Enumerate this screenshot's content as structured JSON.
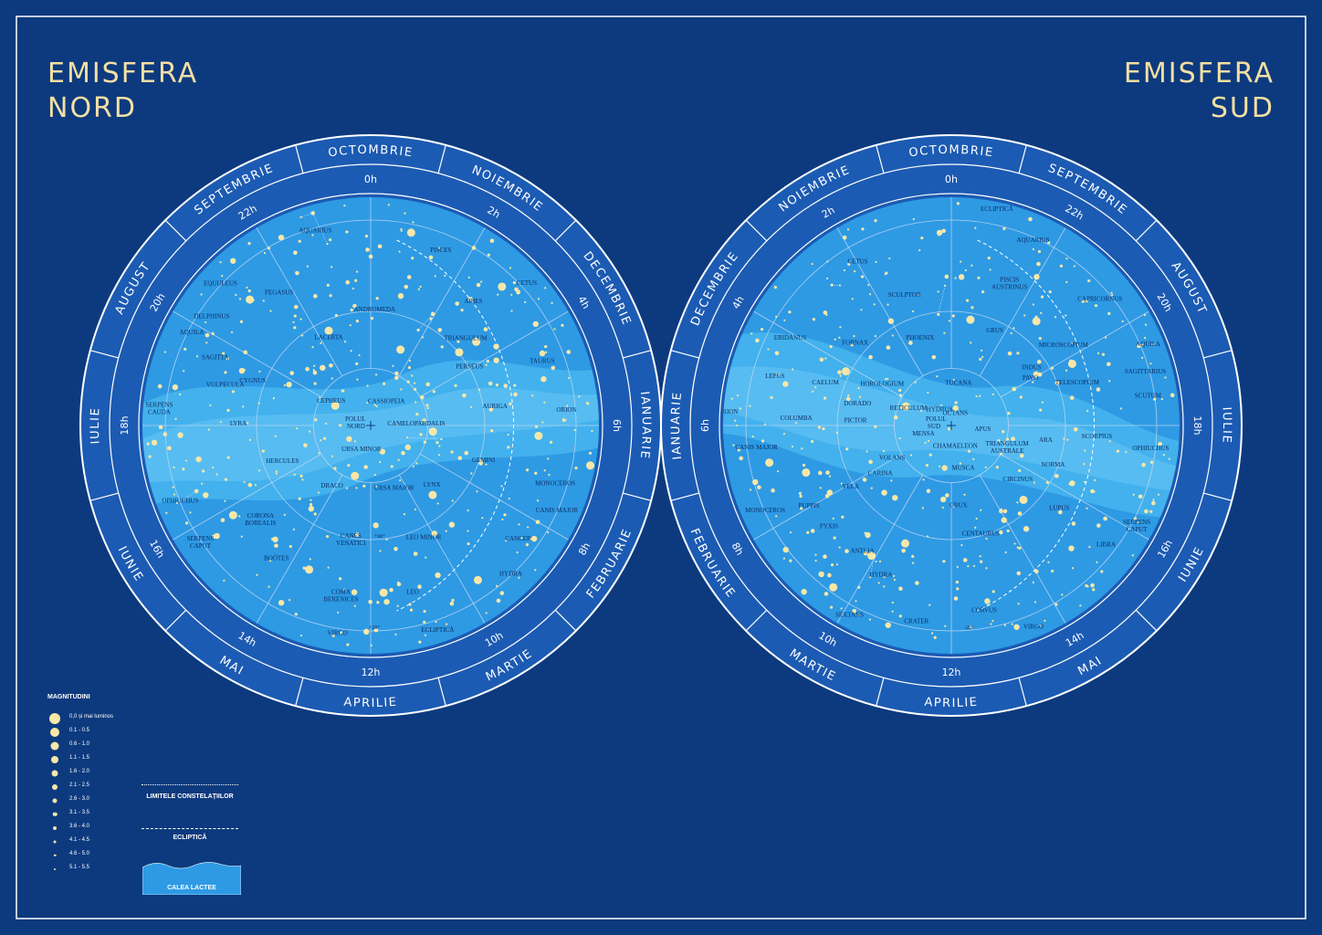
{
  "titles": {
    "north": [
      "EMISFERA",
      "NORD"
    ],
    "south": [
      "EMISFERA",
      "SUD"
    ]
  },
  "colors": {
    "background": "#0d3a7e",
    "ring": "#1c5bb3",
    "disc": "#2e9ae4",
    "milky_way": "#4ab8f0",
    "star": "#f6e7a8",
    "line": "#ffffff",
    "title": "#f3dfa3"
  },
  "north": {
    "months": [
      {
        "label": "OCTOMBRIE",
        "angle": 0
      },
      {
        "label": "NOIEMBRIE",
        "angle": 30
      },
      {
        "label": "DECEMBRIE",
        "angle": 60
      },
      {
        "label": "IANUARIE",
        "angle": 90
      },
      {
        "label": "FEBRUARIE",
        "angle": 120
      },
      {
        "label": "MARTIE",
        "angle": 150
      },
      {
        "label": "APRILIE",
        "angle": 180
      },
      {
        "label": "MAI",
        "angle": 210
      },
      {
        "label": "IUNIE",
        "angle": 240
      },
      {
        "label": "IULIE",
        "angle": 270
      },
      {
        "label": "AUGUST",
        "angle": 300
      },
      {
        "label": "SEPTEMBRIE",
        "angle": 330
      }
    ],
    "hours": [
      {
        "label": "0h",
        "angle": 0
      },
      {
        "label": "2h",
        "angle": 30
      },
      {
        "label": "4h",
        "angle": 60
      },
      {
        "label": "6h",
        "angle": 90
      },
      {
        "label": "8h",
        "angle": 120
      },
      {
        "label": "10h",
        "angle": 150
      },
      {
        "label": "12h",
        "angle": 180
      },
      {
        "label": "14h",
        "angle": 210
      },
      {
        "label": "16h",
        "angle": 240
      },
      {
        "label": "18h",
        "angle": 270
      },
      {
        "label": "20h",
        "angle": 300
      },
      {
        "label": "22h",
        "angle": 330
      }
    ],
    "decl": [
      {
        "label": "+60°",
        "r": 0.5,
        "angle": 181
      },
      {
        "label": "+20°",
        "r": 0.9,
        "angle": 182
      }
    ],
    "pole": "POLUL NORD",
    "constellations": [
      {
        "label": "AQUARIUS",
        "angle": 344,
        "r": 0.88
      },
      {
        "label": "PISCES",
        "angle": 22,
        "r": 0.82
      },
      {
        "label": "CETUS",
        "angle": 48,
        "r": 0.92
      },
      {
        "label": "PEGASUS",
        "angle": 325,
        "r": 0.7
      },
      {
        "label": "EQUULEUS",
        "angle": 313,
        "r": 0.9
      },
      {
        "label": "DELPHINUS",
        "angle": 304,
        "r": 0.84
      },
      {
        "label": "AQUILA",
        "angle": 297,
        "r": 0.88
      },
      {
        "label": "SAGITTA",
        "angle": 293,
        "r": 0.74
      },
      {
        "label": "ANDROMEDA",
        "angle": 2,
        "r": 0.5
      },
      {
        "label": "LACERTA",
        "angle": 334,
        "r": 0.42
      },
      {
        "label": "ARIES",
        "angle": 40,
        "r": 0.7
      },
      {
        "label": "TRIANGULUM",
        "angle": 48,
        "r": 0.56
      },
      {
        "label": "PERSEUS",
        "angle": 60,
        "r": 0.5
      },
      {
        "label": "TAURUS",
        "angle": 70,
        "r": 0.8
      },
      {
        "label": "AURIGA",
        "angle": 82,
        "r": 0.55
      },
      {
        "label": "ORION",
        "angle": 86,
        "r": 0.86
      },
      {
        "label": "CASSIOPEIA",
        "angle": 35,
        "r": 0.12
      },
      {
        "label": "CEPHEUS",
        "angle": 300,
        "r": 0.2
      },
      {
        "label": "CYGNUS",
        "angle": 290,
        "r": 0.55
      },
      {
        "label": "VULPECULA",
        "angle": 285,
        "r": 0.66
      },
      {
        "label": "LYRA",
        "angle": 270,
        "r": 0.58
      },
      {
        "label": "SERPENS CAUDA",
        "angle": 275,
        "r": 0.93
      },
      {
        "label": "CAMELOPARDALIS",
        "angle": 90,
        "r": 0.2
      },
      {
        "label": "URSA MINOR",
        "angle": 200,
        "r": 0.12
      },
      {
        "label": "HERCULES",
        "angle": 247,
        "r": 0.42
      },
      {
        "label": "DRACO",
        "angle": 212,
        "r": 0.32
      },
      {
        "label": "GEMINI",
        "angle": 108,
        "r": 0.52
      },
      {
        "label": "MONOCEROS",
        "angle": 108,
        "r": 0.85
      },
      {
        "label": "CANIS MAJOR",
        "angle": 115,
        "r": 0.9
      },
      {
        "label": "LYNX",
        "angle": 135,
        "r": 0.38
      },
      {
        "label": "URSA MAJOR",
        "angle": 160,
        "r": 0.3
      },
      {
        "label": "OPHIUCHUS",
        "angle": 248,
        "r": 0.9
      },
      {
        "label": "CORONA BOREALIS",
        "angle": 230,
        "r": 0.63
      },
      {
        "label": "SERPENS CAPUT",
        "angle": 236,
        "r": 0.9
      },
      {
        "label": "CANES VENATICI",
        "angle": 190,
        "r": 0.5
      },
      {
        "label": "LEO MINOR",
        "angle": 155,
        "r": 0.55
      },
      {
        "label": "CANCER",
        "angle": 128,
        "r": 0.82
      },
      {
        "label": "HYDRA",
        "angle": 137,
        "r": 0.9
      },
      {
        "label": "BOÖTES",
        "angle": 215,
        "r": 0.72
      },
      {
        "label": "COMA BERENICES",
        "angle": 190,
        "r": 0.75
      },
      {
        "label": "LEO",
        "angle": 166,
        "r": 0.76
      },
      {
        "label": "VIRGO",
        "angle": 189,
        "r": 0.93
      },
      {
        "label": "ECLIPTICĂ",
        "angle": 162,
        "r": 0.95
      }
    ]
  },
  "south": {
    "months": [
      {
        "label": "OCTOMBRIE",
        "angle": 0
      },
      {
        "label": "SEPTEMBRIE",
        "angle": 30
      },
      {
        "label": "AUGUST",
        "angle": 60
      },
      {
        "label": "IULIE",
        "angle": 90
      },
      {
        "label": "IUNIE",
        "angle": 120
      },
      {
        "label": "MAI",
        "angle": 150
      },
      {
        "label": "APRILIE",
        "angle": 180
      },
      {
        "label": "MARTIE",
        "angle": 210
      },
      {
        "label": "FEBRUARIE",
        "angle": 240
      },
      {
        "label": "IANUARIE",
        "angle": 270
      },
      {
        "label": "DECEMBRIE",
        "angle": 300
      },
      {
        "label": "NOIEMBRIE",
        "angle": 330
      }
    ],
    "hours": [
      {
        "label": "0h",
        "angle": 0
      },
      {
        "label": "22h",
        "angle": 30
      },
      {
        "label": "20h",
        "angle": 60
      },
      {
        "label": "18h",
        "angle": 90
      },
      {
        "label": "16h",
        "angle": 120
      },
      {
        "label": "14h",
        "angle": 150
      },
      {
        "label": "12h",
        "angle": 180
      },
      {
        "label": "10h",
        "angle": 210
      },
      {
        "label": "8h",
        "angle": 240
      },
      {
        "label": "6h",
        "angle": 270
      },
      {
        "label": "4h",
        "angle": 300
      },
      {
        "label": "2h",
        "angle": 330
      }
    ],
    "decl": [
      {
        "label": "-20°",
        "r": 0.9,
        "angle": 178
      }
    ],
    "pole": "POLUL SUD",
    "constellations": [
      {
        "label": "ECLIPTICĂ",
        "angle": 12,
        "r": 0.96
      },
      {
        "label": "AQUARIUS",
        "angle": 24,
        "r": 0.88
      },
      {
        "label": "CETUS",
        "angle": 330,
        "r": 0.82
      },
      {
        "label": "SCULPTOR",
        "angle": 340,
        "r": 0.6
      },
      {
        "label": "PISCIS AUSTRINUS",
        "angle": 22,
        "r": 0.68
      },
      {
        "label": "CAPRICORNUS",
        "angle": 50,
        "r": 0.85
      },
      {
        "label": "AQUILA",
        "angle": 68,
        "r": 0.93
      },
      {
        "label": "PHOENIX",
        "angle": 340,
        "r": 0.4
      },
      {
        "label": "GRUS",
        "angle": 25,
        "r": 0.45
      },
      {
        "label": "MICROSCOPIUM",
        "angle": 55,
        "r": 0.6
      },
      {
        "label": "SAGITTARIUS",
        "angle": 75,
        "r": 0.88
      },
      {
        "label": "SCUTUM",
        "angle": 82,
        "r": 0.87
      },
      {
        "label": "INDUS",
        "angle": 55,
        "r": 0.43
      },
      {
        "label": "ERIDANUS",
        "angle": 298,
        "r": 0.8
      },
      {
        "label": "FORNAX",
        "angle": 310,
        "r": 0.55
      },
      {
        "label": "TUCANA",
        "angle": 10,
        "r": 0.18
      },
      {
        "label": "PAVO",
        "angle": 60,
        "r": 0.4
      },
      {
        "label": "TELESCOPIUM",
        "angle": 72,
        "r": 0.58
      },
      {
        "label": "LEPUS",
        "angle": 285,
        "r": 0.8
      },
      {
        "label": "CAELUM",
        "angle": 288,
        "r": 0.58
      },
      {
        "label": "HOROLOGIUM",
        "angle": 300,
        "r": 0.35
      },
      {
        "label": "RETICULUM",
        "angle": 290,
        "r": 0.2
      },
      {
        "label": "OCTANS",
        "angle": 20,
        "r": 0.05
      },
      {
        "label": "HYDRUS",
        "angle": 320,
        "r": 0.08
      },
      {
        "label": "DORADO",
        "angle": 282,
        "r": 0.42
      },
      {
        "label": "PICTOR",
        "angle": 272,
        "r": 0.42
      },
      {
        "label": "ORION",
        "angle": 273,
        "r": 0.98
      },
      {
        "label": "COLUMBA",
        "angle": 272,
        "r": 0.68
      },
      {
        "label": "MENSA",
        "angle": 250,
        "r": 0.13
      },
      {
        "label": "APUS",
        "angle": 100,
        "r": 0.14
      },
      {
        "label": "TRIANGULUM AUSTRALE",
        "angle": 110,
        "r": 0.26
      },
      {
        "label": "ARA",
        "angle": 100,
        "r": 0.42
      },
      {
        "label": "SCORPIUS",
        "angle": 95,
        "r": 0.64
      },
      {
        "label": "CANIS MAJOR",
        "angle": 263,
        "r": 0.86
      },
      {
        "label": "VOLANS",
        "angle": 240,
        "r": 0.3
      },
      {
        "label": "CHAMAELEON",
        "angle": 170,
        "r": 0.1
      },
      {
        "label": "MUSCA",
        "angle": 165,
        "r": 0.2
      },
      {
        "label": "NORMA",
        "angle": 112,
        "r": 0.48
      },
      {
        "label": "OPHIUCHUS",
        "angle": 97,
        "r": 0.88
      },
      {
        "label": "CARINA",
        "angle": 235,
        "r": 0.38
      },
      {
        "label": "CIRCINUS",
        "angle": 130,
        "r": 0.38
      },
      {
        "label": "VELA",
        "angle": 238,
        "r": 0.52
      },
      {
        "label": "CRUX",
        "angle": 175,
        "r": 0.36
      },
      {
        "label": "LUPUS",
        "angle": 128,
        "r": 0.6
      },
      {
        "label": "PUPPIS",
        "angle": 240,
        "r": 0.72
      },
      {
        "label": "CENTAURUS",
        "angle": 165,
        "r": 0.5
      },
      {
        "label": "SERPENS CAPUT",
        "angle": 118,
        "r": 0.92
      },
      {
        "label": "PYXIS",
        "angle": 230,
        "r": 0.7
      },
      {
        "label": "MONOCEROS",
        "angle": 245,
        "r": 0.9
      },
      {
        "label": "ANTLIA",
        "angle": 215,
        "r": 0.68
      },
      {
        "label": "LIBRA",
        "angle": 128,
        "r": 0.86
      },
      {
        "label": "HYDRA",
        "angle": 205,
        "r": 0.73
      },
      {
        "label": "CORVUS",
        "angle": 170,
        "r": 0.83
      },
      {
        "label": "CRATER",
        "angle": 190,
        "r": 0.88
      },
      {
        "label": "SEXTANS",
        "angle": 208,
        "r": 0.95
      },
      {
        "label": "VIRGO",
        "angle": 158,
        "r": 0.96
      }
    ]
  },
  "legend": {
    "magnitudes_title": "MAGNITUDINI",
    "magnitudes": [
      {
        "label": "0,0 și mai luminos",
        "size": 12
      },
      {
        "label": "0.1 - 0.5",
        "size": 10
      },
      {
        "label": "0.6 - 1.0",
        "size": 9
      },
      {
        "label": "1.1 - 1.5",
        "size": 8
      },
      {
        "label": "1.6 - 2.0",
        "size": 7
      },
      {
        "label": "2.1 - 2.5",
        "size": 6
      },
      {
        "label": "2.6 - 3.0",
        "size": 5
      },
      {
        "label": "3.1 - 3.5",
        "size": 4.5
      },
      {
        "label": "3.6 - 4.0",
        "size": 4
      },
      {
        "label": "4.1 - 4.5",
        "size": 3
      },
      {
        "label": "4.6 - 5.0",
        "size": 2.5
      },
      {
        "label": "5.1 - 5.5",
        "size": 2
      }
    ],
    "boundaries_label": "LIMITELE CONSTELAȚIILOR",
    "ecliptic_label": "ECLIPTICĂ",
    "milky_way_label": "CALEA LACTEE"
  }
}
